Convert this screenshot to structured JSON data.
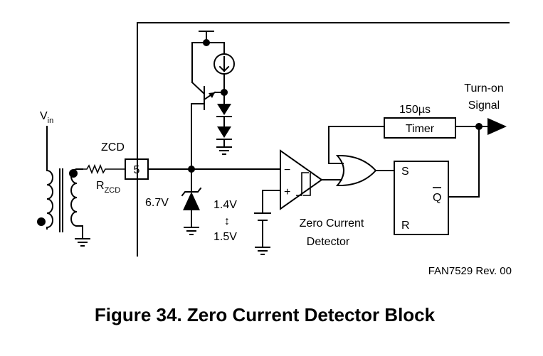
{
  "labels": {
    "vin": "V",
    "vin_sub": "in",
    "zcd": "ZCD",
    "rzcd": "R",
    "rzcd_sub": "ZCD",
    "pin": "5",
    "zener_voltage": "6.7V",
    "ref_high": "1.4V",
    "ref_arrow": "↕",
    "ref_low": "1.5V",
    "comparator_line1": "Zero Current",
    "comparator_line2": "Detector",
    "timer_value": "150",
    "timer_unit": "µs",
    "timer": "Timer",
    "output_line1": "Turn-on",
    "output_line2": "Signal",
    "latch_s": "S",
    "latch_r": "R",
    "latch_q": "Q",
    "comp_minus": "−",
    "comp_plus": "+",
    "revision": "FAN7529 Rev. 00"
  },
  "caption": "Figure 34.  Zero Current Detector Block"
}
